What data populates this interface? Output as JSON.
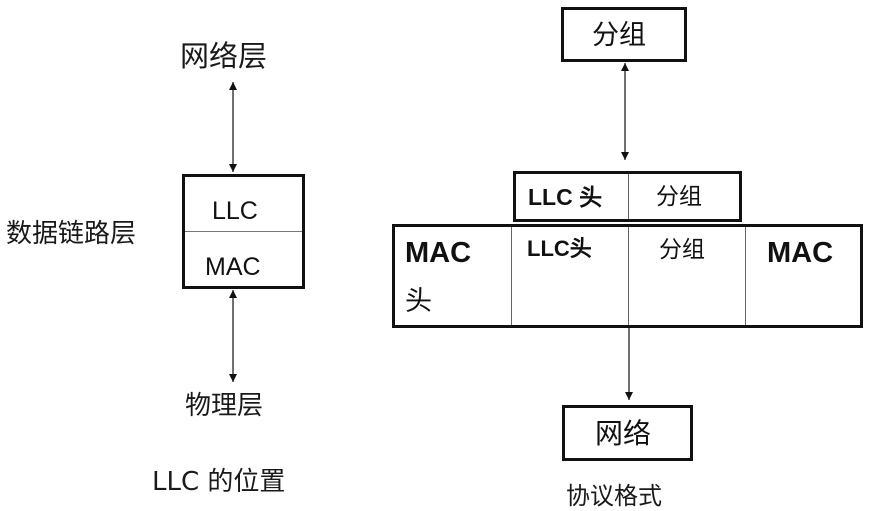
{
  "left_diagram": {
    "top_label": "网络层",
    "side_label": "数据链路层",
    "stack": {
      "upper": "LLC",
      "lower": "MAC"
    },
    "bottom_label": "物理层",
    "caption": "LLC 的位置"
  },
  "right_diagram": {
    "top_box": "分组",
    "llc_frame": {
      "header": "LLC 头",
      "payload": "分组"
    },
    "mac_frame": {
      "header_line1": "MAC",
      "header_line2": "头",
      "llc_header": "LLC头",
      "payload": "分组",
      "trailer": "MAC"
    },
    "bottom_box": "网络",
    "caption": "协议格式"
  }
}
